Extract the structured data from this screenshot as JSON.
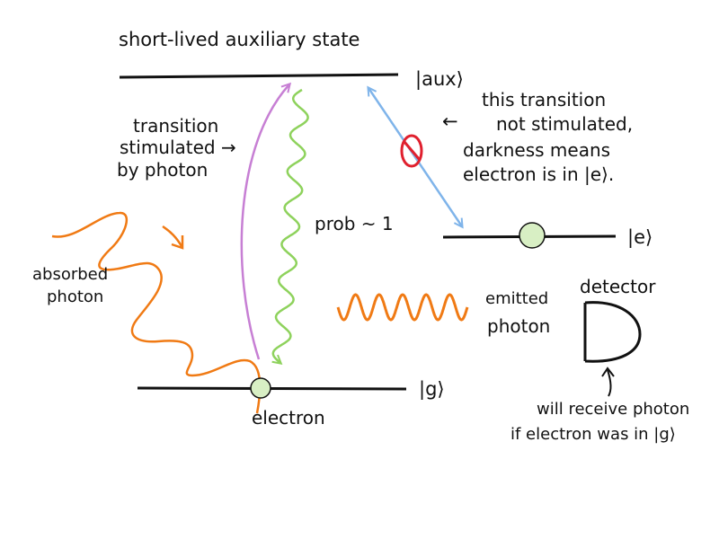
{
  "colors": {
    "ink": "#111111",
    "photon": "#f07a14",
    "stimulated": "#c77fd4",
    "decay": "#8ed25c",
    "blocked_transition": "#7fb4ea",
    "forbidden": "#e0202e",
    "electron_fill": "#d8efc4"
  },
  "labels": {
    "aux_title": "short-lived auxiliary state",
    "aux_ket": "|aux⟩",
    "e_ket": "|e⟩",
    "g_ket": "|g⟩",
    "stimulated": [
      "transition",
      "stimulated →",
      "by photon"
    ],
    "absorbed": [
      "absorbed",
      "photon"
    ],
    "prob": "prob ~ 1",
    "emitted": [
      "emitted",
      "photon"
    ],
    "detector": "detector",
    "note": [
      "this transition",
      "not stimulated,",
      "darkness means",
      "electron is in |e⟩."
    ],
    "note_arrow": "←",
    "electron": "electron",
    "receive": [
      "will receive photon",
      "if electron was in |g⟩"
    ]
  },
  "icons": {
    "electron_marker": "filled-circle",
    "detector_symbol": "d-shape",
    "forbidden_symbol": "circle-slash"
  }
}
